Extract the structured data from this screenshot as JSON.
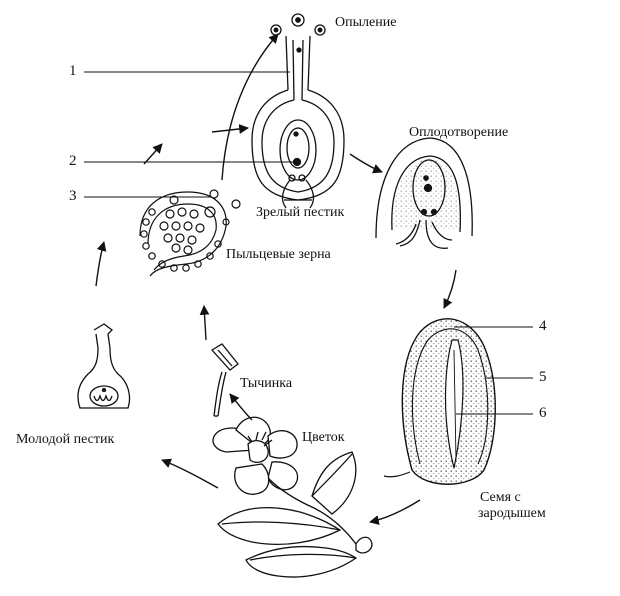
{
  "labels": {
    "pollination": "Опыление",
    "fertilization": "Оплодотворение",
    "mature_pistil": "Зрелый пестик",
    "pollen_grains": "Пыльцевые зерна",
    "stamen": "Тычинка",
    "flower": "Цветок",
    "young_pistil": "Молодой пестик",
    "seed_line1": "Семя с",
    "seed_line2": "зародышем"
  },
  "callouts": [
    "1",
    "2",
    "3",
    "4",
    "5",
    "6"
  ],
  "colors": {
    "ink": "#111111",
    "paper": "#ffffff"
  }
}
